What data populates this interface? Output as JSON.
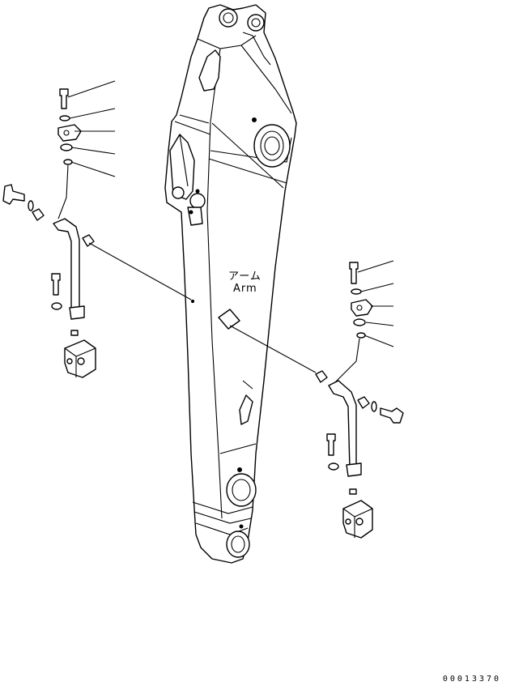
{
  "arm_label": {
    "jp": "アーム",
    "en": "Arm"
  },
  "drawing_code": "00013370"
}
